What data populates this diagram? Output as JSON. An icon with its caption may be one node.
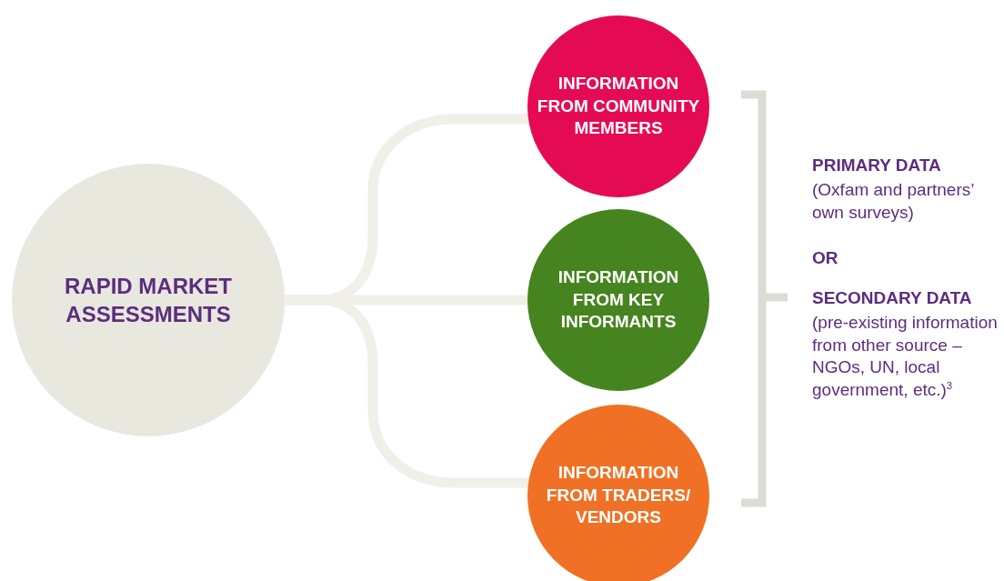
{
  "diagram": {
    "nodes": [
      {
        "text": [
          "RAPID MARKET ASSESSMENTS"
        ]
      },
      {
        "text": [
          "INFORMATION FROM COMMUNITY MEMBERS"
        ]
      },
      {
        "text": [
          "INFORMATION FROM KEY INFORMANTS"
        ]
      },
      {
        "text": [
          "INFORMATION FROM TRADERS/ VENDORS"
        ]
      }
    ],
    "edges": [
      {
        "from": 0,
        "to": 1,
        "arrow": "none"
      },
      {
        "from": 0,
        "to": 2,
        "arrow": "none"
      },
      {
        "from": 0,
        "to": 3,
        "arrow": "none"
      }
    ],
    "labels": [
      "PRIMARY DATA",
      "(Oxfam and partners’ own surveys)",
      "OR",
      "SECONDARY DATA",
      "(pre-existing information from other source – NGOs, UN, local government, etc.)$^{3}$"
    ]
  }
}
